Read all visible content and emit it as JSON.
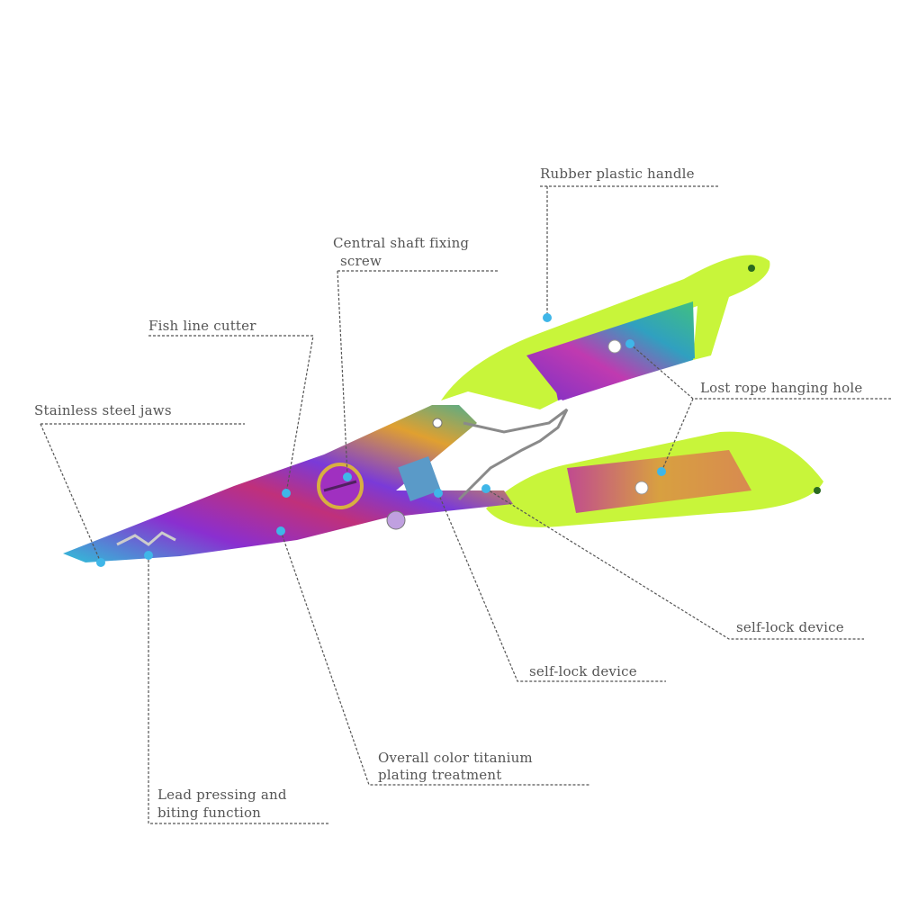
{
  "labels": {
    "handle": "Rubber plastic handle",
    "screw_line1": "Central shaft fixing",
    "screw_line2": "screw",
    "cutter": "Fish line cutter",
    "jaws": "Stainless steel jaws",
    "hole": "Lost rope hanging hole",
    "selflock_right": "self-lock device",
    "selflock_center": "self-lock device",
    "plating_line1": "Overall color titanium",
    "plating_line2": "plating treatment",
    "lead_line1": "Lead pressing and",
    "lead_line2": "biting function"
  },
  "colors": {
    "handle": "#c8f53a",
    "dot": "#3fb6e8",
    "text": "#555555"
  }
}
